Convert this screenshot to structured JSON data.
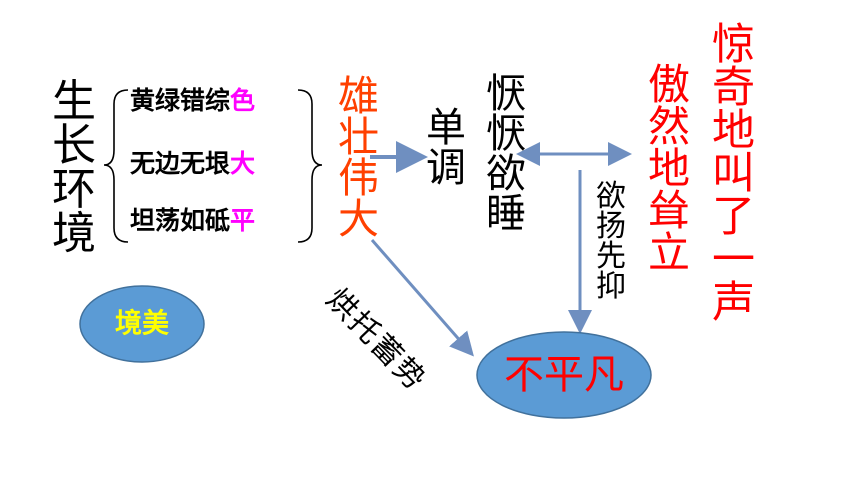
{
  "left_column": "生长环境",
  "rows": [
    {
      "prefix": "黄绿错综",
      "suffix": "色",
      "suffix_color": "#FF00FF"
    },
    {
      "prefix": "无边无垠",
      "suffix": "大",
      "suffix_color": "#FF00FF"
    },
    {
      "prefix": "坦荡如砥",
      "suffix": "平",
      "suffix_color": "#FF00FF"
    }
  ],
  "grand": "雄壮伟大",
  "monotone": "单调",
  "sleepy": "恹恹欲睡",
  "contrast": "欲扬先抑",
  "foil": "烘托蓄势",
  "surprise": "惊奇地叫了一声",
  "proud": "傲然地耸立",
  "ellipse_jingmei": "境美",
  "ellipse_bupingfan": "不平凡",
  "colors": {
    "orange": "#FF4000",
    "red": "#FF0000",
    "magenta": "#FF00FF",
    "ellipse_blue": "#5B9BD5",
    "arrow_blue": "#6F8FC0",
    "yellow": "#FFFF00"
  }
}
